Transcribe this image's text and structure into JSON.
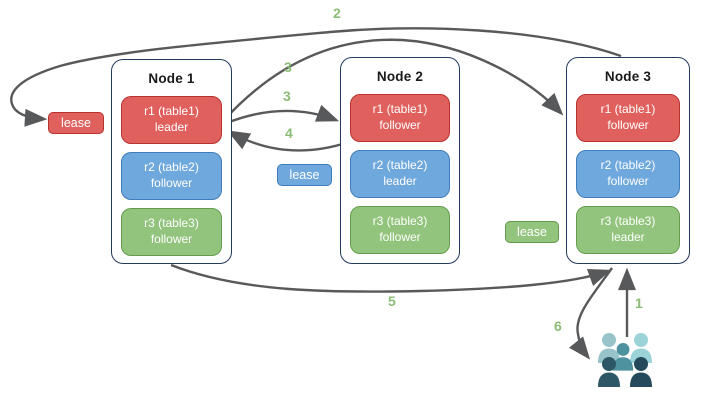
{
  "nodes": [
    {
      "title": "Node 1",
      "replicas": [
        {
          "name": "r1 (table1)",
          "role": "leader",
          "color": "red"
        },
        {
          "name": "r2 (table2)",
          "role": "follower",
          "color": "blue"
        },
        {
          "name": "r3 (table3)",
          "role": "follower",
          "color": "green"
        }
      ]
    },
    {
      "title": "Node 2",
      "replicas": [
        {
          "name": "r1 (table1)",
          "role": "follower",
          "color": "red"
        },
        {
          "name": "r2 (table2)",
          "role": "leader",
          "color": "blue"
        },
        {
          "name": "r3 (table3)",
          "role": "follower",
          "color": "green"
        }
      ]
    },
    {
      "title": "Node 3",
      "replicas": [
        {
          "name": "r1 (table1)",
          "role": "follower",
          "color": "red"
        },
        {
          "name": "r2 (table2)",
          "role": "follower",
          "color": "blue"
        },
        {
          "name": "r3 (table3)",
          "role": "leader",
          "color": "green"
        }
      ]
    }
  ],
  "leases": [
    {
      "label": "lease",
      "color": "red"
    },
    {
      "label": "lease",
      "color": "blue"
    },
    {
      "label": "lease",
      "color": "green"
    }
  ],
  "steps": {
    "s1": "1",
    "s2": "2",
    "s3a": "3",
    "s3b": "3",
    "s4": "4",
    "s5": "5",
    "s6": "6"
  },
  "colors": {
    "arrow": "#58595b",
    "step_label": "#8cbd74",
    "node_border": "#24395e",
    "red_fill": "#df605d",
    "red_border": "#b8322f",
    "blue_fill": "#6fa8dc",
    "blue_border": "#3f7cba",
    "green_fill": "#93c47d",
    "green_border": "#639d4b"
  },
  "crowd": {
    "person_colors": [
      "#97c4cb",
      "#9bd3d8",
      "#4e92a0",
      "#2e5766",
      "#254a5b"
    ]
  }
}
